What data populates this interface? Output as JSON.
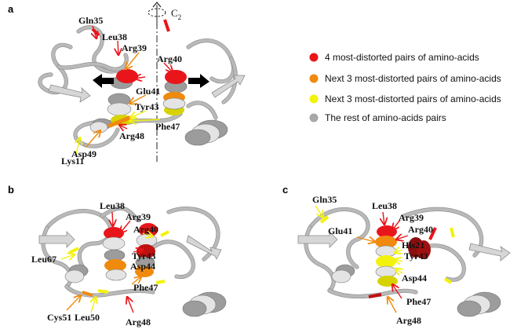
{
  "panels": [
    {
      "id": "a",
      "label": "a",
      "residues": [
        "Gln35",
        "Leu38",
        "Arg39",
        "Arg40",
        "Glu41",
        "Tyr43",
        "Phe47",
        "Arg48",
        "Asp49",
        "Lys11"
      ]
    },
    {
      "id": "b",
      "label": "b",
      "residues": [
        "Leu38",
        "Arg39",
        "Arg40",
        "Tyr43",
        "Leu67",
        "Asp44",
        "Phe47",
        "Cys51",
        "Leu50",
        "Arg48"
      ]
    },
    {
      "id": "c",
      "label": "c",
      "residues": [
        "Gln35",
        "Leu38",
        "Arg39",
        "Glu41",
        "Arg40",
        "His21",
        "Tyr43",
        "Asp44",
        "Phe47",
        "Arg48"
      ]
    }
  ],
  "axis_label": {
    "main": "C",
    "sub": "2"
  },
  "legend": [
    {
      "text": "4 most-distorted pairs of amino-acids",
      "color": "#e8161b"
    },
    {
      "text": "Next 3 most-distorted pairs of amino-acids",
      "color": "#f08a0c"
    },
    {
      "text": "Next 3 most-distorted pairs of amino-acids",
      "color": "#f3f20a"
    },
    {
      "text": "The rest of amino-acids pairs",
      "color": "#a8a8a8"
    }
  ],
  "colors": {
    "red": "#e8161b",
    "orange": "#f08a0c",
    "yellow": "#f3f20a",
    "gray": "#b9b9b9"
  }
}
